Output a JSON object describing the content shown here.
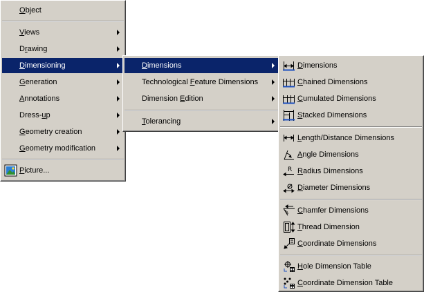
{
  "main_menu": {
    "items": [
      {
        "label": "Object",
        "key": "O"
      },
      {
        "label": "Views",
        "key": "V"
      },
      {
        "label": "Drawing",
        "key": "r"
      },
      {
        "label": "Dimensioning",
        "key": "D"
      },
      {
        "label": "Generation",
        "key": "G"
      },
      {
        "label": "Annotations",
        "key": "A"
      },
      {
        "label": "Dress-up",
        "key": "u"
      },
      {
        "label": "Geometry creation",
        "key": "G"
      },
      {
        "label": "Geometry modification",
        "key": "G"
      },
      {
        "label": "Picture...",
        "key": "P"
      }
    ]
  },
  "dimensioning_menu": {
    "items": [
      {
        "label": "Dimensions",
        "key": "D"
      },
      {
        "label": "Technological Feature Dimensions",
        "key": "F"
      },
      {
        "label": "Dimension Edition",
        "key": "E"
      },
      {
        "label": "Tolerancing",
        "key": "T"
      }
    ]
  },
  "dimensions_menu": {
    "items": [
      {
        "label": "Dimensions",
        "key": "D",
        "icon": "dimensions-icon"
      },
      {
        "label": "Chained Dimensions",
        "key": "C",
        "icon": "chained-dimensions-icon"
      },
      {
        "label": "Cumulated Dimensions",
        "key": "C",
        "icon": "cumulated-dimensions-icon"
      },
      {
        "label": "Stacked Dimensions",
        "key": "S",
        "icon": "stacked-dimensions-icon"
      },
      {
        "label": "Length/Distance Dimensions",
        "key": "L",
        "icon": "length-distance-icon"
      },
      {
        "label": "Angle Dimensions",
        "key": "A",
        "icon": "angle-dimension-icon"
      },
      {
        "label": "Radius Dimensions",
        "key": "R",
        "icon": "radius-dimension-icon"
      },
      {
        "label": "Diameter Dimensions",
        "key": "D",
        "icon": "diameter-dimension-icon"
      },
      {
        "label": "Chamfer Dimensions",
        "key": "C",
        "icon": "chamfer-dimension-icon"
      },
      {
        "label": "Thread Dimension",
        "key": "T",
        "icon": "thread-dimension-icon"
      },
      {
        "label": "Coordinate Dimensions",
        "key": "C",
        "icon": "coordinate-dimension-icon"
      },
      {
        "label": "Hole Dimension Table",
        "key": "H",
        "icon": "hole-table-icon"
      },
      {
        "label": "Coordinate Dimension Table",
        "key": "C",
        "icon": "coordinate-table-icon"
      }
    ]
  },
  "colors": {
    "menu_bg": "#d4d0c8",
    "selection_bg": "#0a246a",
    "selection_fg": "#ffffff",
    "icon_blue": "#1c4fbf"
  }
}
